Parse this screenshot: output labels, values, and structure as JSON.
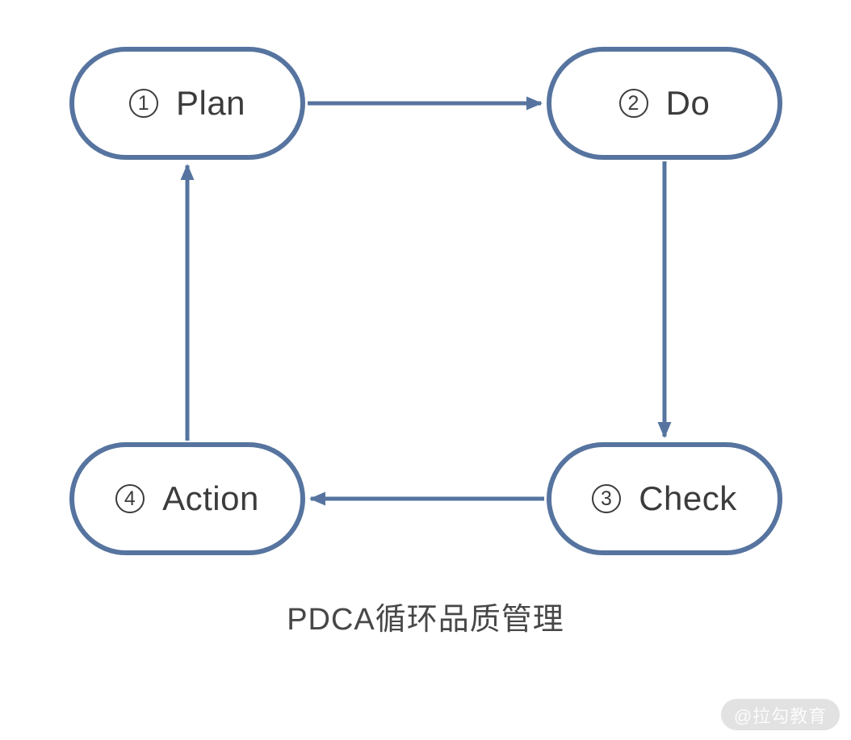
{
  "diagram": {
    "title": "PDCA循环品质管理",
    "nodes": [
      {
        "id": "plan",
        "number": "1",
        "label": "Plan"
      },
      {
        "id": "do",
        "number": "2",
        "label": "Do"
      },
      {
        "id": "check",
        "number": "3",
        "label": "Check"
      },
      {
        "id": "action",
        "number": "4",
        "label": "Action"
      }
    ],
    "edges": [
      {
        "from": "plan",
        "to": "do"
      },
      {
        "from": "do",
        "to": "check"
      },
      {
        "from": "check",
        "to": "action"
      },
      {
        "from": "action",
        "to": "plan"
      }
    ],
    "colors": {
      "node_border": "#56749F",
      "arrow": "#56749F",
      "node_text": "#3C3C3C",
      "title_text": "#474747",
      "background": "#FFFFFF"
    }
  },
  "watermark": {
    "text": "@拉勾教育",
    "background": "#E2E2E2",
    "text_color": "#FBFBFB"
  }
}
